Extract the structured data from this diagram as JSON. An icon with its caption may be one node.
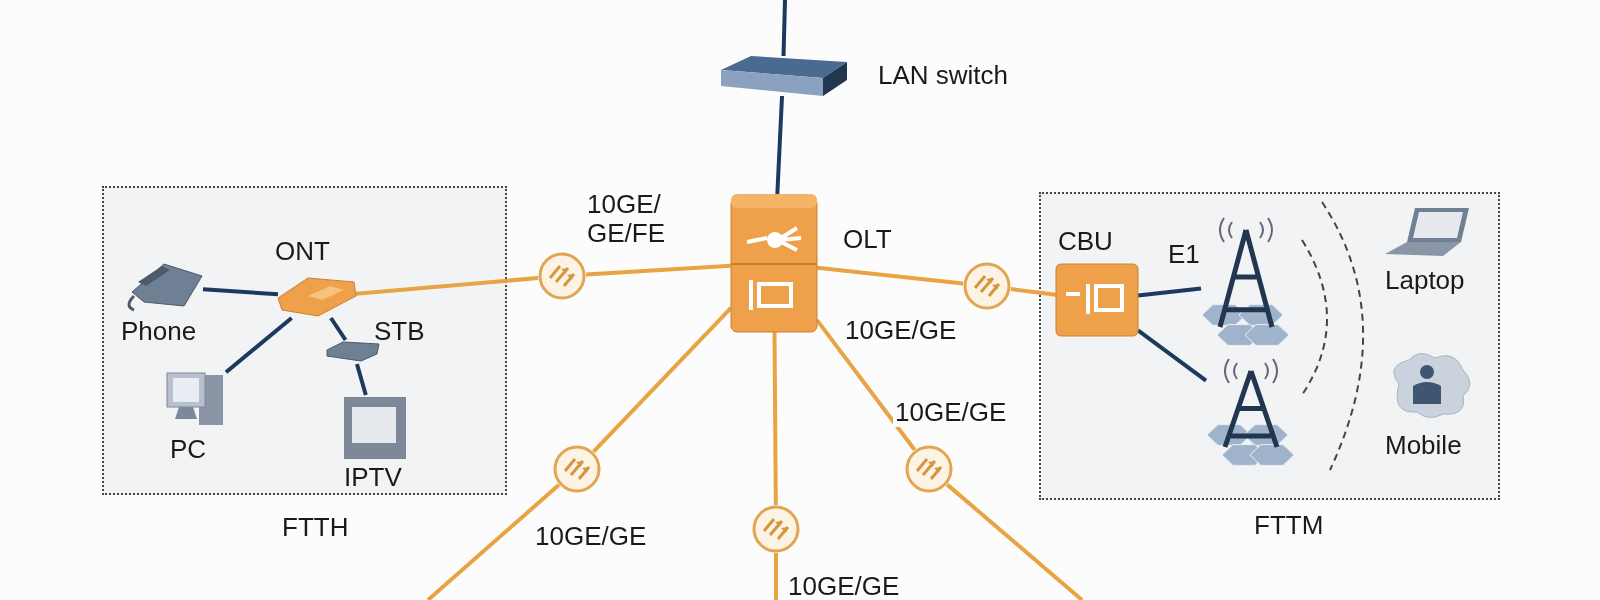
{
  "diagram": {
    "nodes": [
      {
        "text": [
          "LAN switch"
        ]
      },
      {
        "text": [
          "OLT"
        ]
      },
      {
        "text": [
          "FTTH"
        ]
      },
      {
        "text": [
          "ONT"
        ],
        "in": 2
      },
      {
        "text": [
          "Phone"
        ],
        "in": 2
      },
      {
        "text": [
          "PC"
        ],
        "in": 2
      },
      {
        "text": [
          "STB"
        ],
        "in": 2
      },
      {
        "text": [
          "IPTV"
        ],
        "in": 2
      },
      {
        "text": [
          "FTTM"
        ]
      },
      {
        "text": [
          "CBU"
        ],
        "in": 8
      },
      {
        "text": [],
        "shape": "picture",
        "in": 8
      },
      {
        "text": [],
        "shape": "picture",
        "in": 8
      },
      {
        "text": [
          "Laptop"
        ],
        "in": 8
      },
      {
        "text": [
          "Mobile"
        ],
        "in": 8
      },
      {
        "text": [],
        "shape": "circle"
      },
      {
        "text": [],
        "shape": "circle"
      },
      {
        "text": [],
        "shape": "circle"
      },
      {
        "text": [],
        "shape": "circle"
      },
      {
        "text": [],
        "shape": "circle"
      }
    ],
    "edges": [
      {
        "from": null,
        "to": 0,
        "arrow": "none",
        "color": "#1c3a5e"
      },
      {
        "from": 0,
        "to": 1,
        "arrow": "none",
        "color": "#1c3a5e"
      },
      {
        "from": 1,
        "to": 14,
        "arrow": "none",
        "label": "10GE/ GE/FE"
      },
      {
        "from": 14,
        "to": 3,
        "arrow": "none"
      },
      {
        "from": 3,
        "to": 4,
        "arrow": "none",
        "color": "#1c3a5e"
      },
      {
        "from": 3,
        "to": 5,
        "arrow": "none",
        "color": "#1c3a5e"
      },
      {
        "from": 3,
        "to": 6,
        "arrow": "none",
        "color": "#1c3a5e"
      },
      {
        "from": 6,
        "to": 7,
        "arrow": "none",
        "color": "#1c3a5e"
      },
      {
        "from": 1,
        "to": 15,
        "arrow": "none",
        "label": "10GE/GE"
      },
      {
        "from": 15,
        "to": 9,
        "arrow": "none"
      },
      {
        "from": 9,
        "to": 10,
        "arrow": "none",
        "label": "E1",
        "color": "#1c3a5e"
      },
      {
        "from": 9,
        "to": 11,
        "arrow": "none",
        "color": "#1c3a5e"
      },
      {
        "from": 1,
        "to": 16,
        "arrow": "none"
      },
      {
        "from": 16,
        "to": null,
        "arrow": "none",
        "label": "10GE/GE"
      },
      {
        "from": 1,
        "to": 17,
        "arrow": "none"
      },
      {
        "from": 17,
        "to": null,
        "arrow": "none",
        "label": "10GE/GE"
      },
      {
        "from": 1,
        "to": 18,
        "arrow": "none",
        "label": "10GE/GE"
      },
      {
        "from": 18,
        "to": null,
        "arrow": "none"
      }
    ]
  }
}
